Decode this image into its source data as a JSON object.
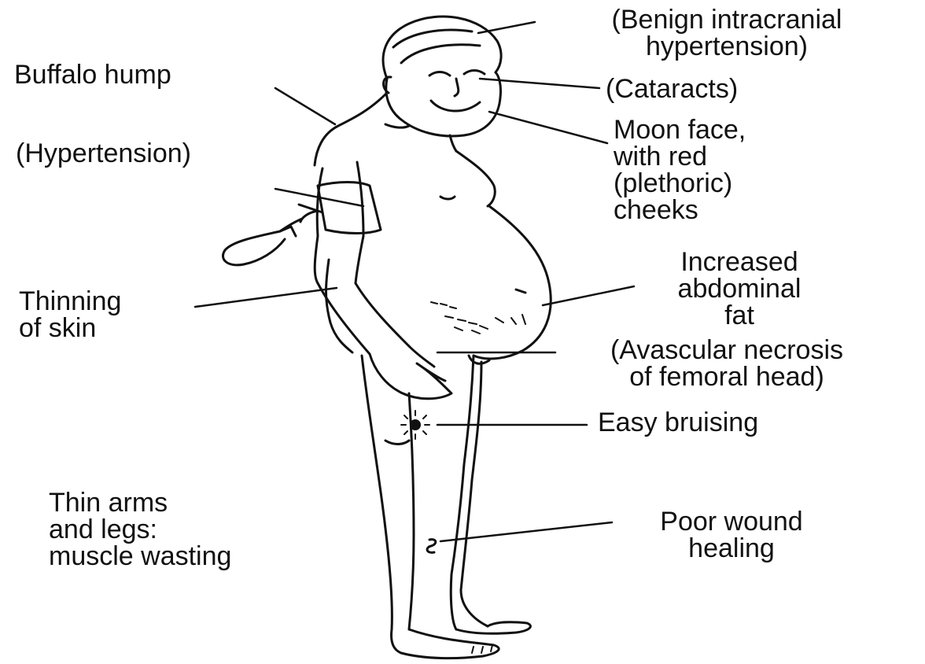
{
  "colors": {
    "ink": "#111111",
    "background": "#ffffff"
  },
  "labels": {
    "benign_intracranial": [
      "(Benign intracranial",
      "hypertension)"
    ],
    "buffalo_hump": [
      "Buffalo hump"
    ],
    "cataracts": [
      "(Cataracts)"
    ],
    "moon_face": [
      "Moon face,",
      "with red",
      "(plethoric)",
      "cheeks"
    ],
    "hypertension": [
      "(Hypertension)"
    ],
    "thinning_skin": [
      "Thinning",
      "of skin"
    ],
    "abdominal_fat": [
      "Increased",
      "abdominal",
      "fat"
    ],
    "avascular_necrosis": [
      "(Avascular necrosis",
      "of femoral head)"
    ],
    "easy_bruising": [
      "Easy bruising"
    ],
    "thin_arms_legs": [
      "Thin arms",
      "and legs:",
      "muscle wasting"
    ],
    "poor_wound": [
      "Poor wound",
      "healing"
    ]
  }
}
